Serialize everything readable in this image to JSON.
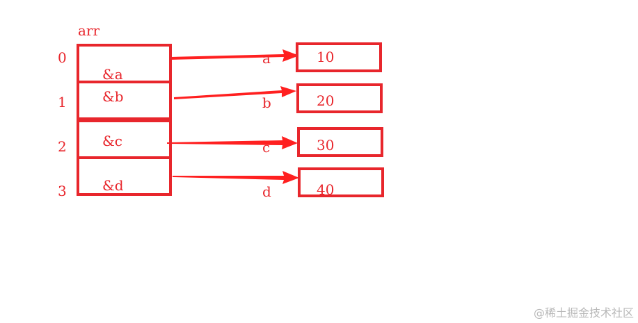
{
  "diagram": {
    "array_name": "arr",
    "array_cells": [
      {
        "index": "0",
        "value": "&a"
      },
      {
        "index": "1",
        "value": "&b"
      },
      {
        "index": "2",
        "value": "&c"
      },
      {
        "index": "3",
        "value": "&d"
      }
    ],
    "variables": [
      {
        "name": "a",
        "value": "10"
      },
      {
        "name": "b",
        "value": "20"
      },
      {
        "name": "c",
        "value": "30"
      },
      {
        "name": "d",
        "value": "40"
      }
    ],
    "accent_color": "#e8262c",
    "arrow_color": "#ff2020"
  },
  "watermark": "@稀土掘金技术社区"
}
